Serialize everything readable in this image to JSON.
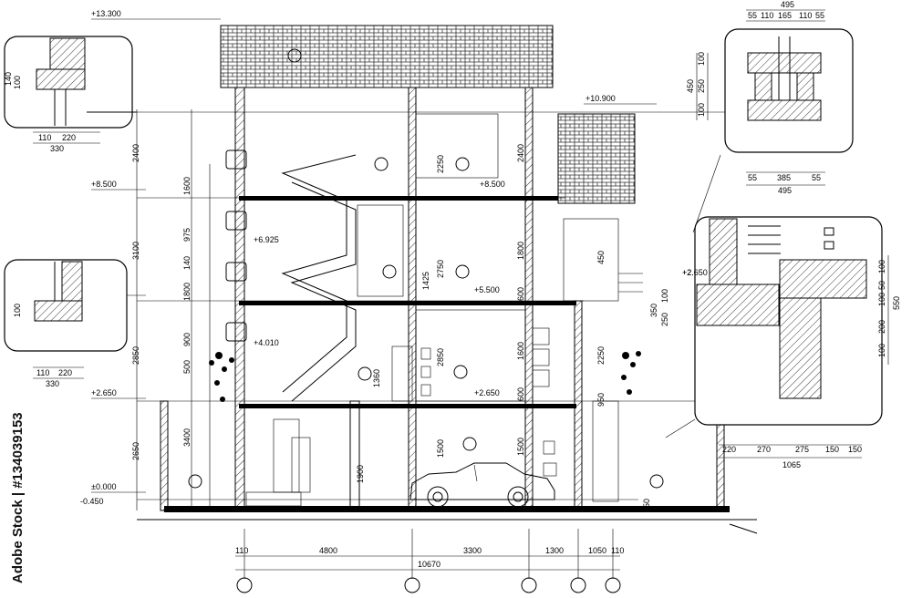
{
  "watermark": {
    "text": "Adobe Stock | #134039153"
  },
  "levels": [
    "+13.300",
    "+10.900",
    "+8.500",
    "+6.925",
    "+5.500",
    "+4.010",
    "+2.650",
    "+2.650",
    "+2.650",
    "±0.000",
    "-0.450"
  ],
  "vertical_dims": [
    "2400",
    "1600",
    "975",
    "140",
    "1800",
    "3100",
    "900",
    "2850",
    "500",
    "3400",
    "2650",
    "1425",
    "1360",
    "2250",
    "2250",
    "2750",
    "2850",
    "1500",
    "1900",
    "2400",
    "1800",
    "600",
    "1600",
    "600",
    "1500",
    "450",
    "2250",
    "950",
    "450"
  ],
  "bottom_dims": {
    "segments": [
      "110",
      "4800",
      "3300",
      "1300",
      "1050",
      "110"
    ],
    "total": "10670"
  },
  "detail_top_left": {
    "dims": [
      "140",
      "100",
      "110",
      "220",
      "330"
    ]
  },
  "detail_mid_left": {
    "dims": [
      "100",
      "110",
      "220",
      "330"
    ]
  },
  "detail_top_right": {
    "top_total": "495",
    "top_segments": [
      "55",
      "110",
      "165",
      "110",
      "55"
    ],
    "side": [
      "100",
      "250",
      "100",
      "450"
    ],
    "bottom_segments": [
      "55",
      "385",
      "55"
    ],
    "bottom_total": "495"
  },
  "detail_right": {
    "level": "+2.650",
    "side_left": [
      "100",
      "250",
      "350"
    ],
    "side_right": [
      "100",
      "50",
      "100",
      "200",
      "100",
      "550"
    ],
    "bottom_segments": [
      "220",
      "270",
      "275",
      "150",
      "150"
    ],
    "bottom_total": "1065"
  }
}
